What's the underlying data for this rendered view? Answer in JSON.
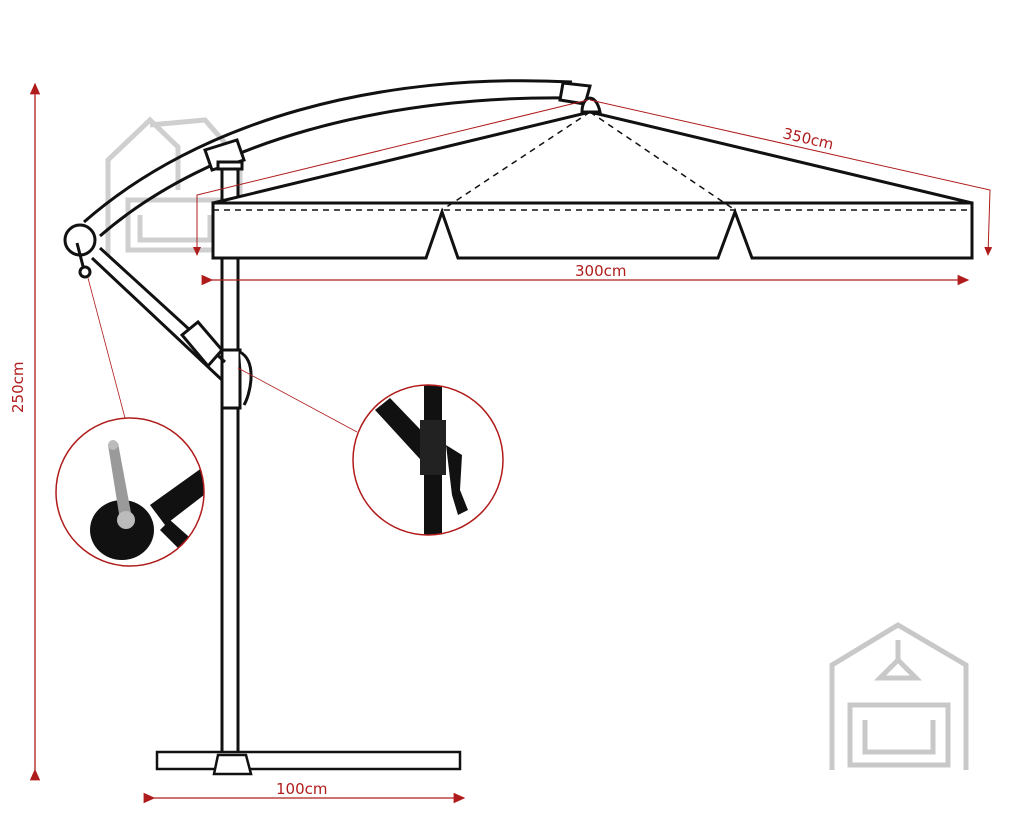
{
  "title": "Cantilever umbrella dimensions",
  "dimensions": {
    "rib_length": "350cm",
    "canopy_width": "300cm",
    "total_height": "250cm",
    "base_width": "100cm"
  },
  "colors": {
    "dimension": "#b01c1c",
    "line": "#111111",
    "watermark": "#c8c8c8"
  }
}
